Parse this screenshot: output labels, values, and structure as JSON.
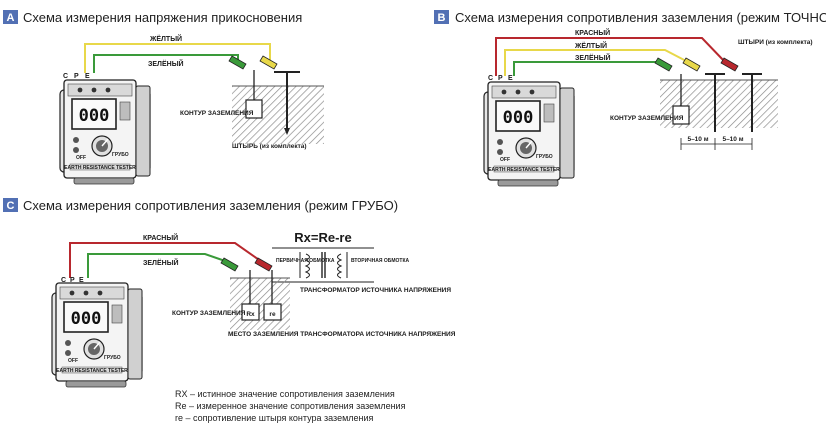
{
  "colors": {
    "badge": "#5270b4",
    "yellow": "#e8d84a",
    "green": "#3a9a3a",
    "red": "#b8282e",
    "ground": "#9a9a9a"
  },
  "panel_a": {
    "badge": "A",
    "title": "Схема измерения напряжения прикосновения",
    "terminals": [
      "C",
      "P",
      "E"
    ],
    "wire_yellow": "ЖЁЛТЫЙ",
    "wire_green": "ЗЕЛЁНЫЙ",
    "contour": "КОНТУР ЗАЗЕМЛЕНИЯ",
    "spike": "ШТЫРЬ (из комплекта)"
  },
  "panel_b": {
    "badge": "B",
    "title": "Схема измерения сопротивления заземления (режим ТОЧНО)",
    "terminals": [
      "C",
      "P",
      "E"
    ],
    "wire_red": "КРАСНЫЙ",
    "wire_yellow": "ЖЁЛТЫЙ",
    "wire_green": "ЗЕЛЁНЫЙ",
    "spikes": "ШТЫРИ (из комплекта)",
    "contour": "КОНТУР ЗАЗЕМЛЕНИЯ",
    "dist1": "5–10 м",
    "dist2": "5–10 м"
  },
  "panel_c": {
    "badge": "C",
    "title": "Схема измерения сопротивления заземления (режим ГРУБО)",
    "terminals": [
      "C",
      "P",
      "E"
    ],
    "wire_red": "КРАСНЫЙ",
    "wire_green": "ЗЕЛЁНЫЙ",
    "formula": "Rx=Re-re",
    "primary": "ПЕРВИЧНАЯ ОБМОТКА",
    "secondary": "ВТОРИЧНАЯ ОБМОТКА",
    "transformer": "ТРАНСФОРМАТОР ИСТОЧНИКА НАПРЯЖЕНИЯ",
    "contour": "КОНТУР ЗАЗЕМЛЕНИЯ",
    "rx": "Rx",
    "re": "re",
    "place": "МЕСТО ЗАЗЕМЛЕНИЯ ТРАНСФОРМАТОРА ИСТОЧНИКА НАПРЯЖЕНИЯ"
  },
  "meter": {
    "display": "000",
    "model": "EARTH RESISTANCE TESTER",
    "knob_left": "OFF",
    "knob_right": "ГРУБО"
  },
  "legend": [
    "RX – истинное значение сопротивления заземления",
    "Re – измеренное значение сопротивления заземления",
    "re – сопротивление штыря контура заземления"
  ]
}
